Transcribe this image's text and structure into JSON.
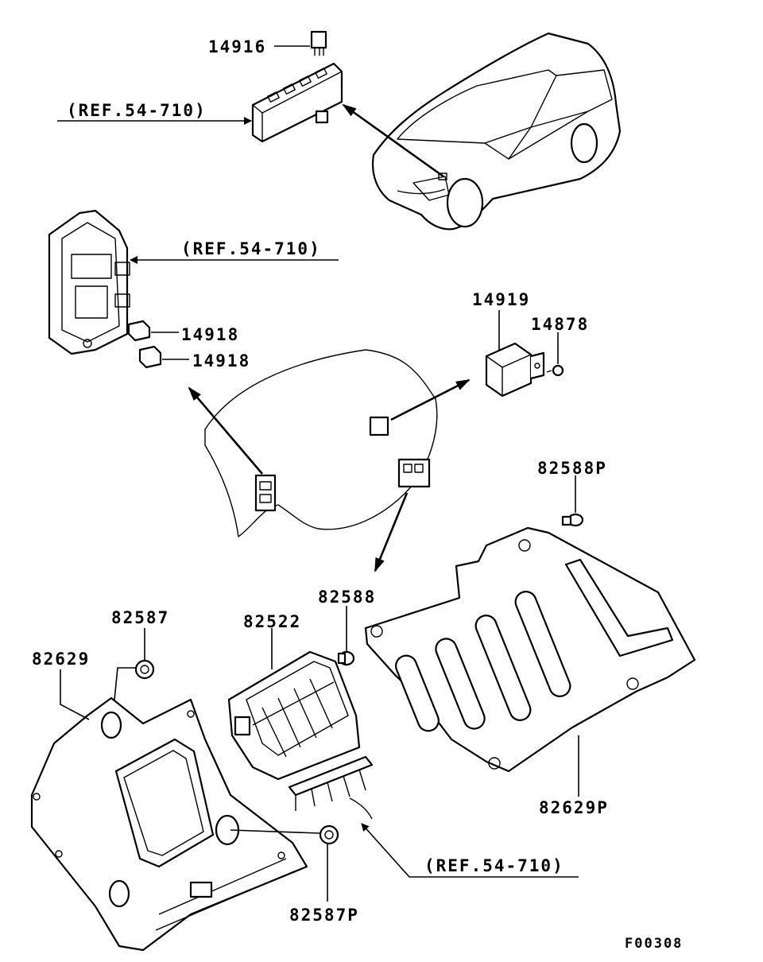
{
  "labels": {
    "p14916": "14916",
    "ref_top": "(REF.54-710)",
    "ref_mid": "(REF.54-710)",
    "p14918_a": "14918",
    "p14918_b": "14918",
    "p14919": "14919",
    "p14878": "14878",
    "p82588P": "82588P",
    "p82588": "82588",
    "p82587": "82587",
    "p82522": "82522",
    "p82629": "82629",
    "p82629P": "82629P",
    "p82587P": "82587P",
    "ref_bottom": "(REF.54-710)",
    "figure_code": "F00308"
  }
}
